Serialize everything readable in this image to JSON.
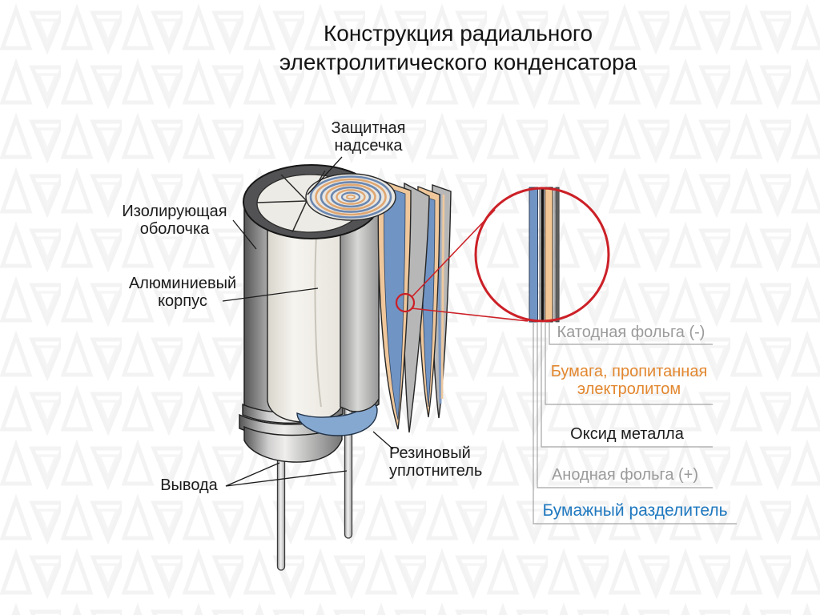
{
  "title": {
    "line1": "Конструкция радиального",
    "line2": "электролитического конденсатора"
  },
  "callouts": {
    "protective_notch": "Защитная надсечка",
    "insulating_sleeve": "Изолирующая оболочка",
    "aluminum_case": "Алюминиевый корпус",
    "leads": "Вывода",
    "rubber_seal": "Резиновый уплотнитель"
  },
  "layer_labels": [
    {
      "id": "cathode-foil",
      "label": "Катодная фольга (-)"
    },
    {
      "id": "electrolyte-paper",
      "label": "Бумага, пропитанная электролитом"
    },
    {
      "id": "metal-oxide",
      "label": "Оксид металла"
    },
    {
      "id": "anode-foil",
      "label": "Анодная фольга (+)"
    },
    {
      "id": "paper-separator",
      "label": "Бумажный разделитель"
    }
  ],
  "colors": {
    "magnifier_red": "#cc2027",
    "paper_separator_blue": "#7094c4",
    "electrolyte_paper_tan": "#f3c795",
    "foil_gray": "#b7b7b7",
    "rubber_seal_blue": "#85a8d0",
    "cathode_label_gray": "#9b9b9b",
    "electrolyte_label_orange": "#e2872f",
    "oxide_label_black": "#1c1c1c",
    "anode_label_gray": "#9b9b9b",
    "separator_label_blue": "#2079c0"
  }
}
